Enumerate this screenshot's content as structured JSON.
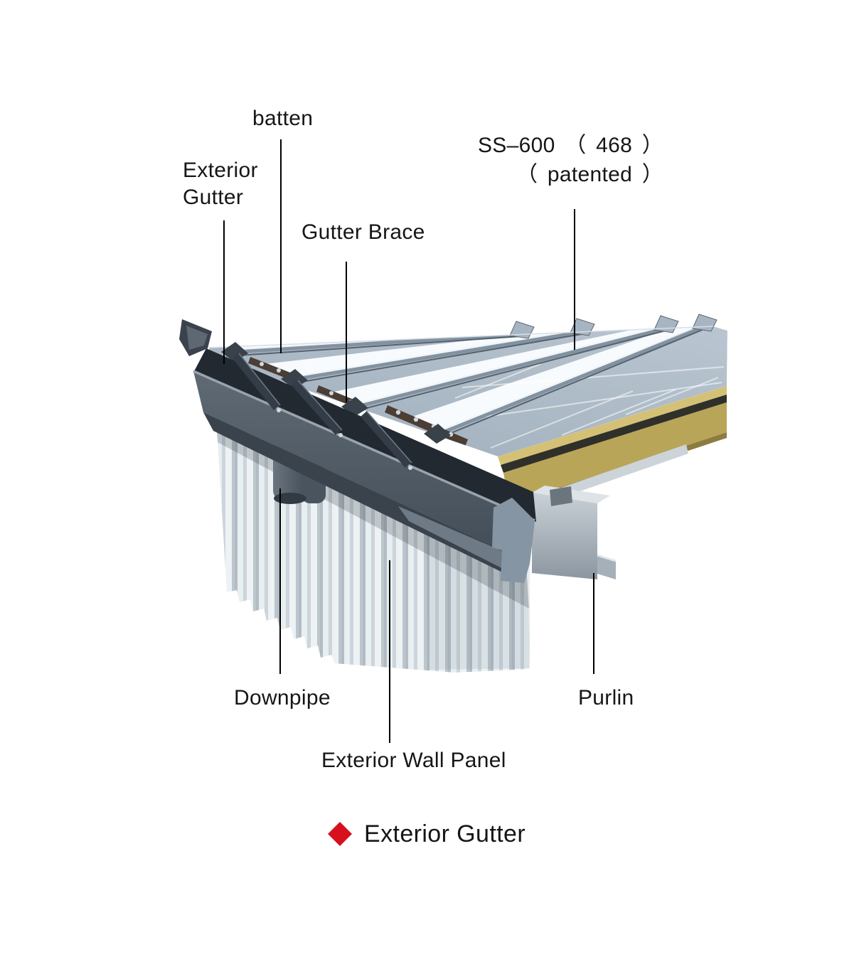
{
  "page": {
    "background": "#ffffff"
  },
  "diagram": {
    "labels": {
      "batten": "batten",
      "exterior_gutter": {
        "line1": "Exterior",
        "line2": "Gutter"
      },
      "gutter_brace": "Gutter Brace",
      "ss600": {
        "line1": "SS–600 （ 468 ）",
        "line2": "（ patented ）"
      },
      "downpipe": "Downpipe",
      "purlin": "Purlin",
      "exterior_wall_panel": "Exterior Wall Panel"
    },
    "caption": {
      "marker_icon": "diamond-icon",
      "accent_color": "#d8101e",
      "text": "Exterior Gutter"
    },
    "colors": {
      "roof_panel": "#a9b7c4",
      "seam_highlight": "#f7fafc",
      "gutter": "#4a545e",
      "gutter_shadow": "#232b33",
      "wall_panel": "#e2e8ec",
      "insulation_core": "#b9a558",
      "purlin_steel": "#b7c0c7",
      "batten_bar": "#4a3e35",
      "leader_line": "#000000",
      "label_text": "#161616"
    }
  }
}
